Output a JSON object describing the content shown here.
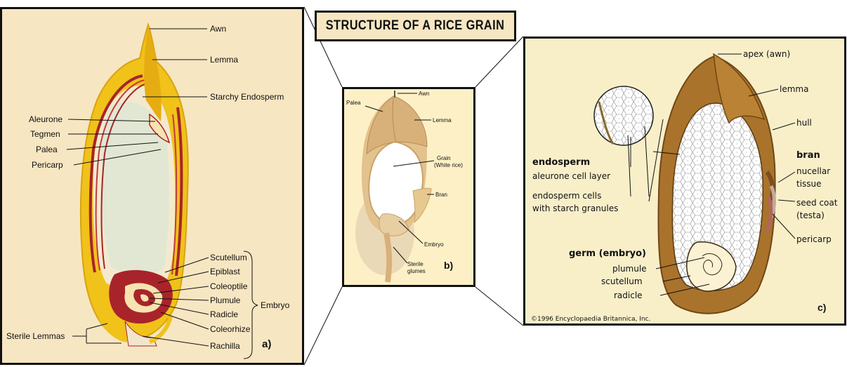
{
  "title": "STRUCTURE OF A RICE GRAIN",
  "panel_a": {
    "letter": "a)",
    "labels": {
      "awn": "Awn",
      "lemma": "Lemma",
      "starchy_endosperm": "Starchy Endosperm",
      "aleurone": "Aleurone",
      "tegmen": "Tegmen",
      "palea": "Palea",
      "pericarp": "Pericarp",
      "scutellum": "Scutellum",
      "epiblast": "Epiblast",
      "coleoptile": "Coleoptile",
      "plumule": "Plumule",
      "radicle": "Radicle",
      "coleorhize": "Coleorhize",
      "rachilla": "Rachilla",
      "sterile_lemmas": "Sterile Lemmas",
      "embryo": "Embryo"
    }
  },
  "panel_b": {
    "letter": "b)",
    "labels": {
      "awn": "Awn",
      "palea": "Palea",
      "lemma": "Lemma",
      "grain_1": "Grain",
      "grain_2": "(White rice)",
      "bran": "Bran",
      "embryo": "Embryo",
      "sterile_1": "Sterile",
      "sterile_2": "glumes"
    }
  },
  "panel_c": {
    "letter": "c)",
    "copyright": "©1996 Encyclopaedia Britannica, Inc.",
    "labels": {
      "apex": "apex (awn)",
      "lemma": "lemma",
      "hull": "hull",
      "bran": "bran",
      "nucellar_1": "nucellar",
      "nucellar_2": "tissue",
      "seed_coat_1": "seed coat",
      "seed_coat_2": "(testa)",
      "pericarp": "pericarp",
      "endosperm": "endosperm",
      "aleurone_layer": "aleurone cell layer",
      "endosperm_cells_1": "endosperm cells",
      "endosperm_cells_2": "with starch granules",
      "germ": "germ (embryo)",
      "plumule": "plumule",
      "scutellum": "scutellum",
      "radicle": "radicle"
    }
  },
  "colors": {
    "panel_a_bg": "#f7e6c2",
    "hull_yellow": "#f0c21a",
    "seed_red": "#a8242a",
    "panel_c_bg": "#f8efc9",
    "hull_brown": "#a9732b"
  }
}
